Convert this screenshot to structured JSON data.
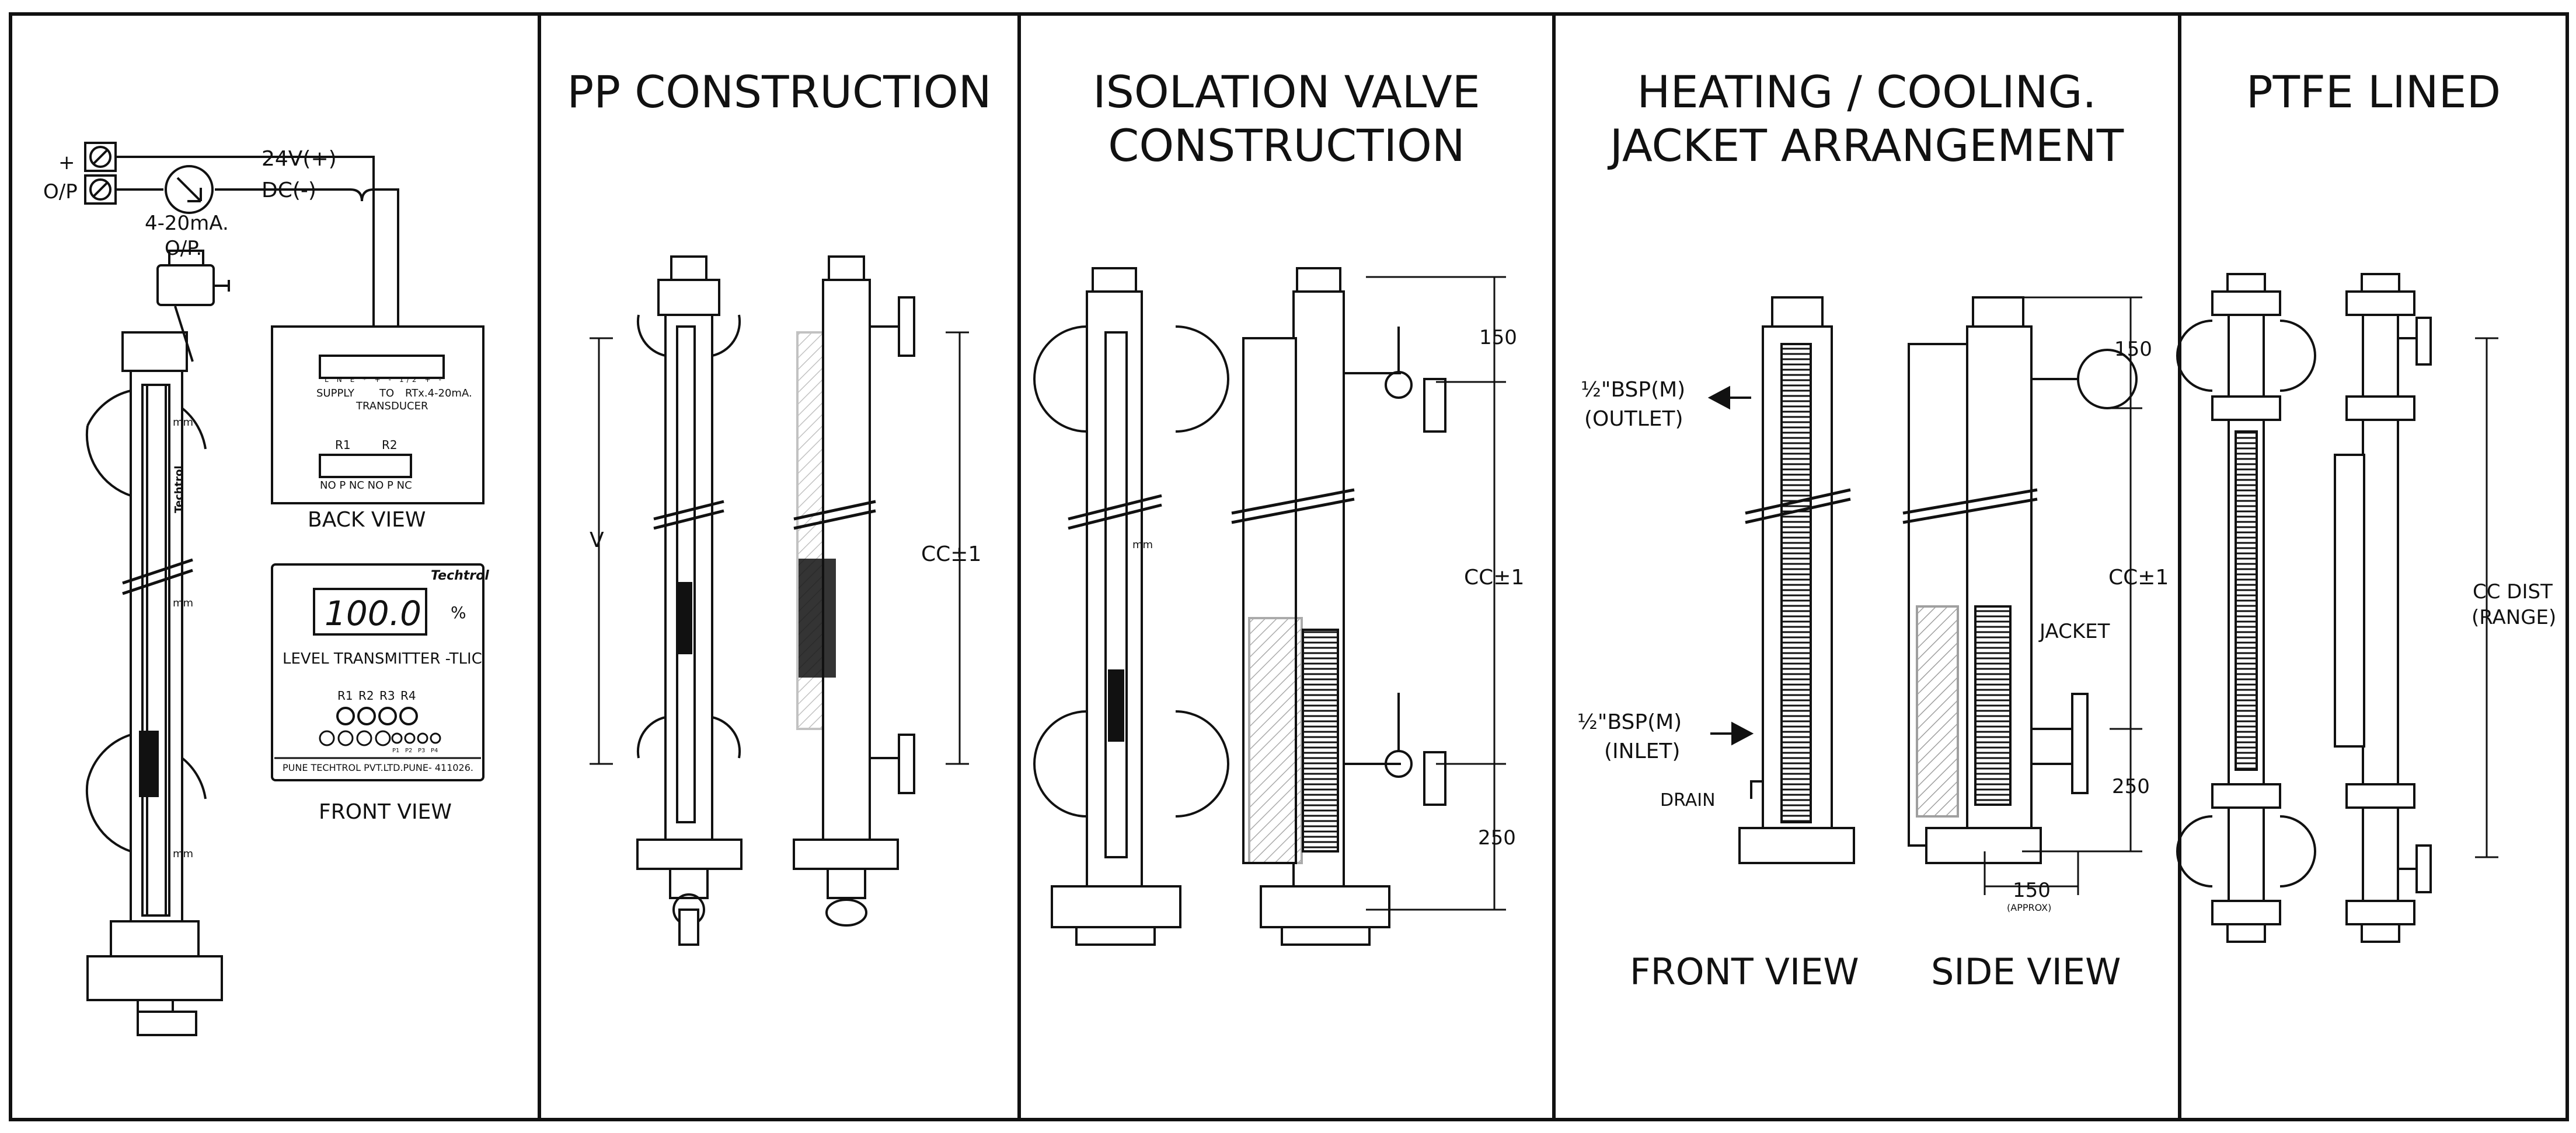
{
  "panels": {
    "tlic": {
      "labels": {
        "plus": "+",
        "op_terminal": "O/P",
        "v24": "24V(+)",
        "dc": "DC(-)",
        "current_output": "4-20mA.",
        "op_short": "O/P."
      },
      "back_view": {
        "caption": "BACK VIEW",
        "terminal_row1": "L  N  E  *  +  -  1/2  +  -",
        "supply": "SUPPLY",
        "to": "TO",
        "rtx": "RTx.4-20mA.",
        "transducer": "TRANSDUCER",
        "relay_r1": "R1",
        "relay_r2": "R2",
        "relay_contacts": "NO  P  NC NO  P  NC"
      },
      "front_view": {
        "caption": "FRONT VIEW",
        "brand": "Techtrol",
        "display_value": "100.0",
        "display_unit": "%",
        "product_name": "LEVEL TRANSMITTER -TLIC",
        "relays": [
          "R1",
          "R2",
          "R3",
          "R4"
        ],
        "keys": [
          "P1",
          "P2",
          "P3",
          "P4"
        ],
        "footer": "PUNE TECHTROL PVT.LTD.PUNE- 411026."
      },
      "scale_unit": "mm",
      "brand_vertical": "Techtrol"
    },
    "pp": {
      "title": "PP CONSTRUCTION",
      "dim_v": "V",
      "dim_cc": "CC±1"
    },
    "isolation": {
      "title_line1": "ISOLATION VALVE",
      "title_line2": "CONSTRUCTION",
      "dim_top": "150",
      "dim_cc": "CC±1",
      "dim_bottom": "250",
      "scale_unit": "mm"
    },
    "jacket": {
      "title_line1": "HEATING / COOLING.",
      "title_line2": "JACKET ARRANGEMENT",
      "outlet_size": "½\"BSP(M)",
      "outlet": "(OUTLET)",
      "inlet_size": "½\"BSP(M)",
      "inlet": "(INLET)",
      "drain": "DRAIN",
      "jacket": "JACKET",
      "dim_top": "150",
      "dim_cc": "CC±1",
      "dim_bottom": "250",
      "dim_width": "150",
      "dim_width_note": "(APPROX)",
      "front_caption": "FRONT VIEW",
      "side_caption": "SIDE VIEW"
    },
    "ptfe": {
      "title": "PTFE LINED",
      "dim_line1": "CC DIST",
      "dim_line2": "(RANGE)"
    }
  }
}
